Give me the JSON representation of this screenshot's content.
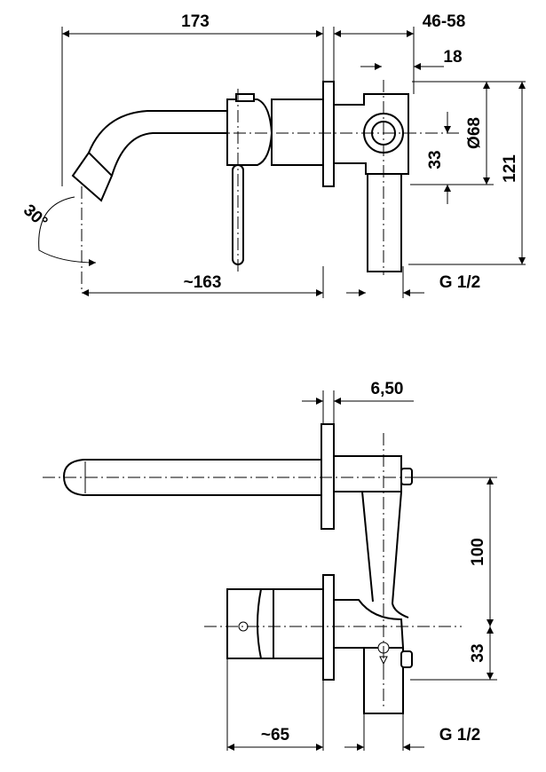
{
  "top_view": {
    "dim_overall_length": "173",
    "dim_wall_range": "46-58",
    "dim_box_depth": "18",
    "dim_diameter": "Ø68",
    "dim_offset": "33",
    "dim_height": "121",
    "dim_angle": "30°",
    "dim_spout_reach": "~163",
    "dim_thread": "G 1/2"
  },
  "bottom_view": {
    "dim_plate": "6,50",
    "dim_spacing": "100",
    "dim_offset": "33",
    "dim_handle": "~65",
    "dim_thread": "G 1/2"
  }
}
